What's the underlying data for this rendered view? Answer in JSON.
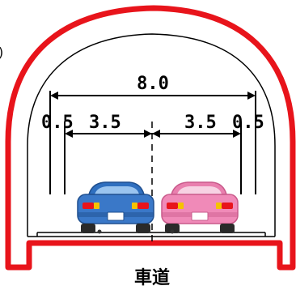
{
  "dimensions": {
    "overall": "8.0",
    "shoulder_left": "0.5",
    "lane_left": "3.5",
    "lane_right": "3.5",
    "shoulder_right": "0.5"
  },
  "caption": "車道",
  "corner_mark": ")",
  "colors": {
    "lining": "#e8141b",
    "car_left": "#3a78c8",
    "car_right": "#f08ab8"
  }
}
